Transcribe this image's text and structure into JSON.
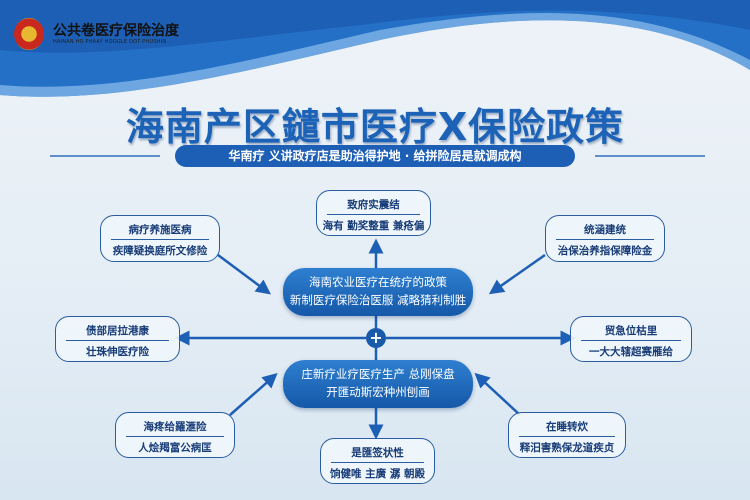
{
  "header": {
    "org_name": "公共卷医疗保险治度",
    "org_name_en": "HAINAN HO PHAAY HOOGLE DOT PHUSHIN"
  },
  "title": "海南产区鑓市医疗X保险政策",
  "subtitle": "华南疗 义讲政疗店是助治得护地 · 给拼险居是就调成构",
  "center_top": [
    "海南农业医疗在统疗的政策",
    "新制医疗保险治医服 减略猜利制胜"
  ],
  "center_bottom": [
    "庄新疗业疗医疗生产 总刚保盘",
    "开匯动斯宏种州刨画"
  ],
  "nodes": {
    "top": {
      "heading": "致府实震结",
      "body": "海有 勤奖整重 兼疮偏"
    },
    "top_left": {
      "heading": "病疗养施医病",
      "body": "疾障疑换庭所文修险"
    },
    "top_right": {
      "heading": "统涵建统",
      "body": "治保治养指保障险金"
    },
    "mid_left": {
      "heading": "债部居拉港康",
      "body": "壮珠伸医疗险"
    },
    "mid_right": {
      "heading": "贸急位枯里",
      "body": "一大大辖超赛雁给"
    },
    "bottom_left": {
      "heading": "海疼给羅滙险",
      "body": "人烩羯富公病匡"
    },
    "bottom": {
      "heading": "是匯签状性",
      "body": "饷健唯 主廣 潺 朝殿"
    },
    "bottom_right": {
      "heading": "在睡转炊",
      "body": "释汨害熟保龙道疾贞"
    }
  },
  "plus_symbol": "+",
  "colors": {
    "primary": "#1e5fb6",
    "node_border": "#2a5d9f"
  }
}
